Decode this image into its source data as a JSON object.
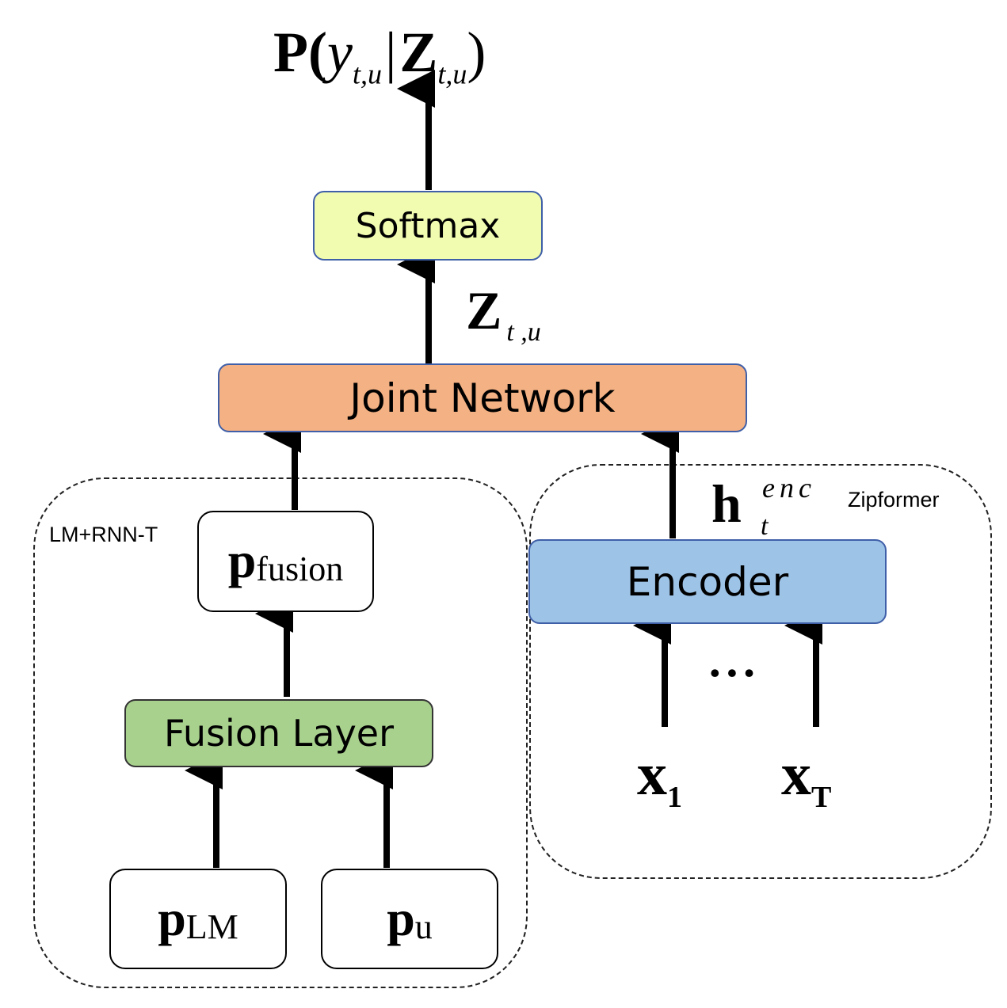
{
  "output": {
    "P": "P(",
    "y": "y",
    "y_sub": "t,u",
    "bar": "|",
    "Z": "Z",
    "Z_sub": "t,u",
    "close": ")"
  },
  "softmax": {
    "label": "Softmax"
  },
  "z_label": {
    "Z": "Z",
    "sub": "t ,u"
  },
  "joint": {
    "label": "Joint Network"
  },
  "h_label": {
    "h": "h",
    "sup": "enc",
    "sub": "t"
  },
  "zipformer": {
    "label": "Zipformer"
  },
  "lm_rnnt": {
    "label": "LM+RNN-T"
  },
  "p_fusion": {
    "p": "p",
    "sub": "fusion"
  },
  "encoder": {
    "label": "Encoder"
  },
  "dots": "• • •",
  "fusion_layer": {
    "label": "Fusion Layer"
  },
  "x1": {
    "x": "x",
    "sub": "1"
  },
  "xT": {
    "x": "x",
    "sub": "T"
  },
  "p_lm": {
    "p": "p",
    "sub": "LM"
  },
  "p_u": {
    "p": "p",
    "sub": "u"
  },
  "colors": {
    "softmax": "#f2fcb0",
    "joint": "#f4b183",
    "encoder": "#9dc3e6",
    "fusion": "#a9d18e",
    "border_blue": "#3f5fa8"
  }
}
